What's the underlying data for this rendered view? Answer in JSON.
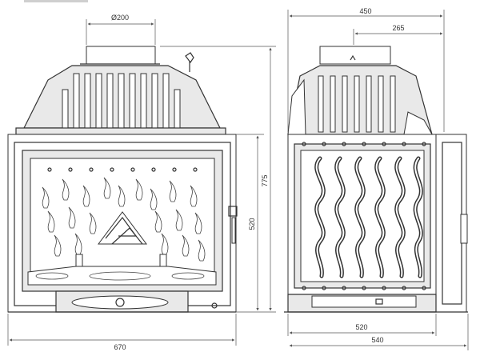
{
  "front_view": {
    "flue_diameter_label": "Ø200",
    "height_total_label": "775",
    "height_body_label": "520",
    "width_label": "670"
  },
  "side_view": {
    "depth_total_label": "450",
    "flue_offset_label": "265",
    "depth_body_label": "520",
    "depth_base_label": "540"
  },
  "colors": {
    "line": "#333333",
    "fill_light": "#e9e9e9",
    "background": "#ffffff"
  }
}
